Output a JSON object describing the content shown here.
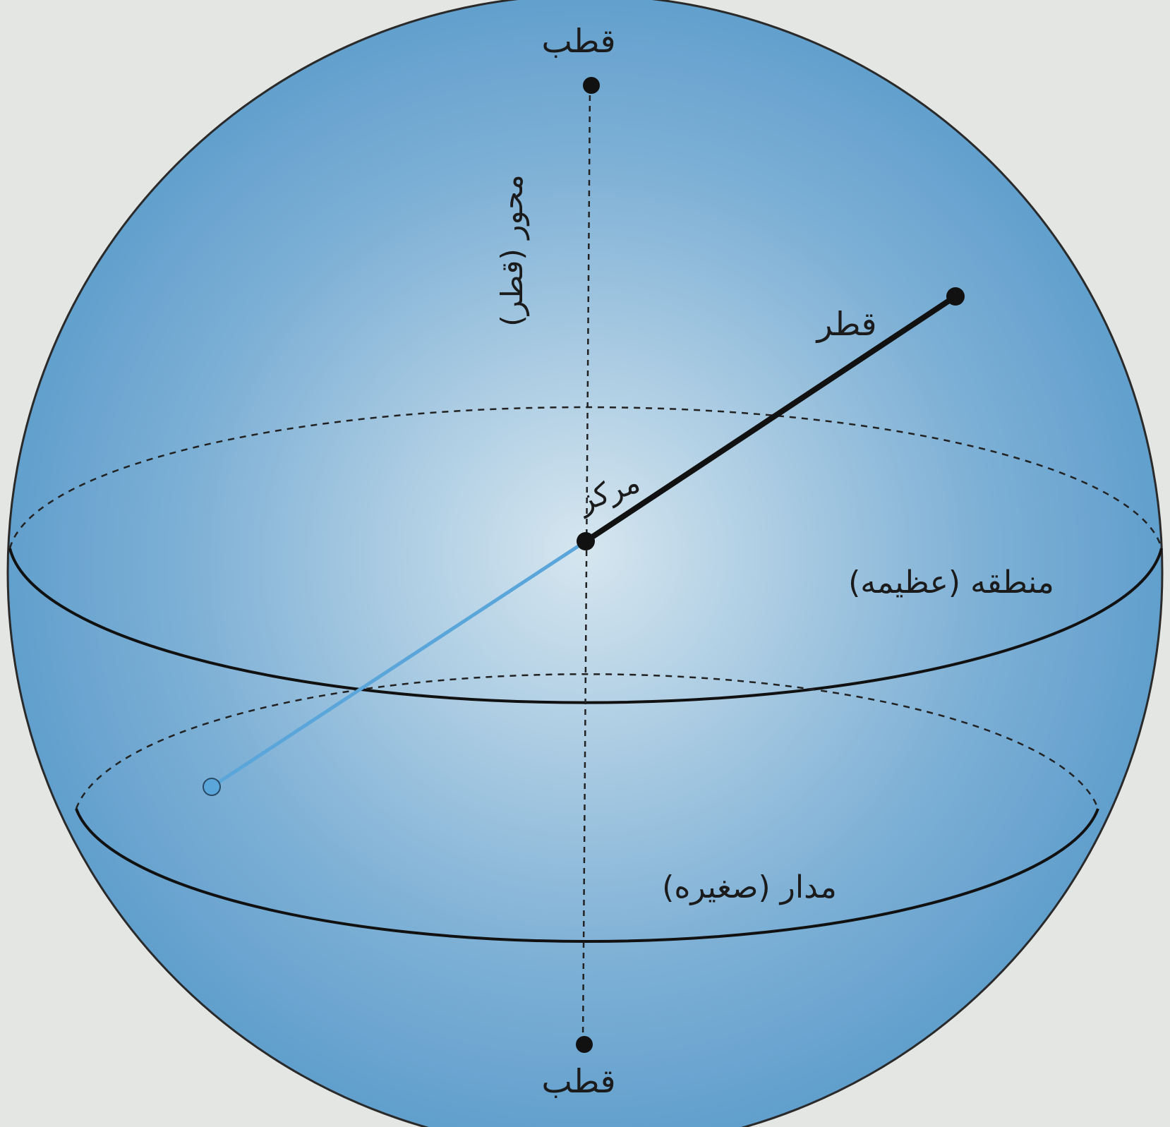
{
  "labels": {
    "pole_top": "قطب",
    "pole_bottom": "قطب",
    "axis": "محور (قطر)",
    "radius": "قطر",
    "center": "مرکز",
    "great_circle": "منطقه (عظیمه)",
    "small_circle": "مدار (صغیره)"
  },
  "colors": {
    "sphere_light": "#d6e6ef",
    "sphere_mid": "#5c9ccb",
    "sphere_dark": "#2f74ae",
    "line_dark": "#111111",
    "line_blue": "#5aa6da",
    "background": "#e4e6e3"
  }
}
